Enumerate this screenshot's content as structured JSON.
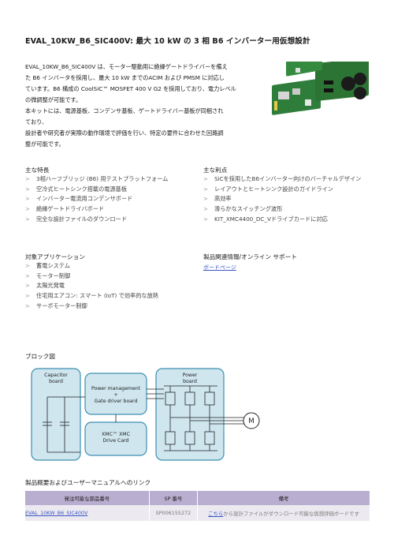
{
  "title": "EVAL_10KW_B6_SIC400V: 最大 10 kW の 3 相 B6 インバーター用仮想設計",
  "intro_lines": [
    "EVAL_10KW_B6_SIC400V は、モーター駆動用に絶縁ゲートドライバーを備え",
    "た B6 インバータを採用し、最大 10 kW までのACIM および PMSM に対応し",
    "ています。B6 構成の CoolSiC™ MOSFET 400 V G2 を採用しており、電力レベル",
    "の微調整が可能です。",
    "本キットには、電源基板、コンデンサ基板、ゲートドライバー基板が同梱され",
    "ており、",
    "設計者や研究者が実際の動作環境で評価を行い、特定の要件に合わせた回路調",
    "整が可能です。"
  ],
  "features": {
    "heading": "主な特長",
    "items": [
      "3相ハーフブリッジ (B6) 用テストプラットフォーム",
      "空冷式ヒートシンク搭載の電源基板",
      "インバーター電流用コンデンサボード",
      "絶縁ゲートドライバボード",
      "完全な設計ファイルのダウンロード"
    ]
  },
  "benefits": {
    "heading": "主な利点",
    "items": [
      "SiCを採用したB6インバーター向けのバーチャルデザイン",
      "レイアウトとヒートシンク設計のガイドライン",
      "高効率",
      "滑らかなスイッチング波形",
      "KIT_XMC4400_DC_Vドライブカードに対応"
    ]
  },
  "applications": {
    "heading": "対象アプリケーション",
    "items": [
      "蓄電システム",
      "モーター制御",
      "太陽光発電",
      "住宅用エアコン: スマート (IoT) で効率的な放熱",
      "サーボモーター制御"
    ]
  },
  "support": {
    "heading": "製品関連情報/オンライン サポート",
    "link": "ボードページ"
  },
  "block_diagram": {
    "heading": "ブロック図",
    "capacitor_line1": "Capacitor",
    "capacitor_line2": "board",
    "pm_line1": "Power management",
    "pm_line2": "+",
    "pm_line3": "Gate driver board",
    "xmc_line1": "XMC™ XMC",
    "xmc_line2": "Drive Card",
    "power_line1": "Power",
    "power_line2": "board",
    "motor": "M"
  },
  "table": {
    "heading": "製品概要およびユーザーマニュアルへのリンク",
    "columns": [
      "発注可能な部品番号",
      "SP 番号",
      "備考"
    ],
    "row": {
      "part": "EVAL_10KW_B6_SIC400V",
      "sp": "SP006155272",
      "remark_link": "こちら",
      "remark_text": "から設計ファイルがダウンロード可能な仮想評価ボードです"
    }
  },
  "colors": {
    "accent_link": "#3a56c4",
    "table_header": "#b9aecf",
    "block_fill": "#cfe6ef",
    "block_stroke": "#3d8fb0",
    "pcb_green": "#2f7d3a"
  }
}
